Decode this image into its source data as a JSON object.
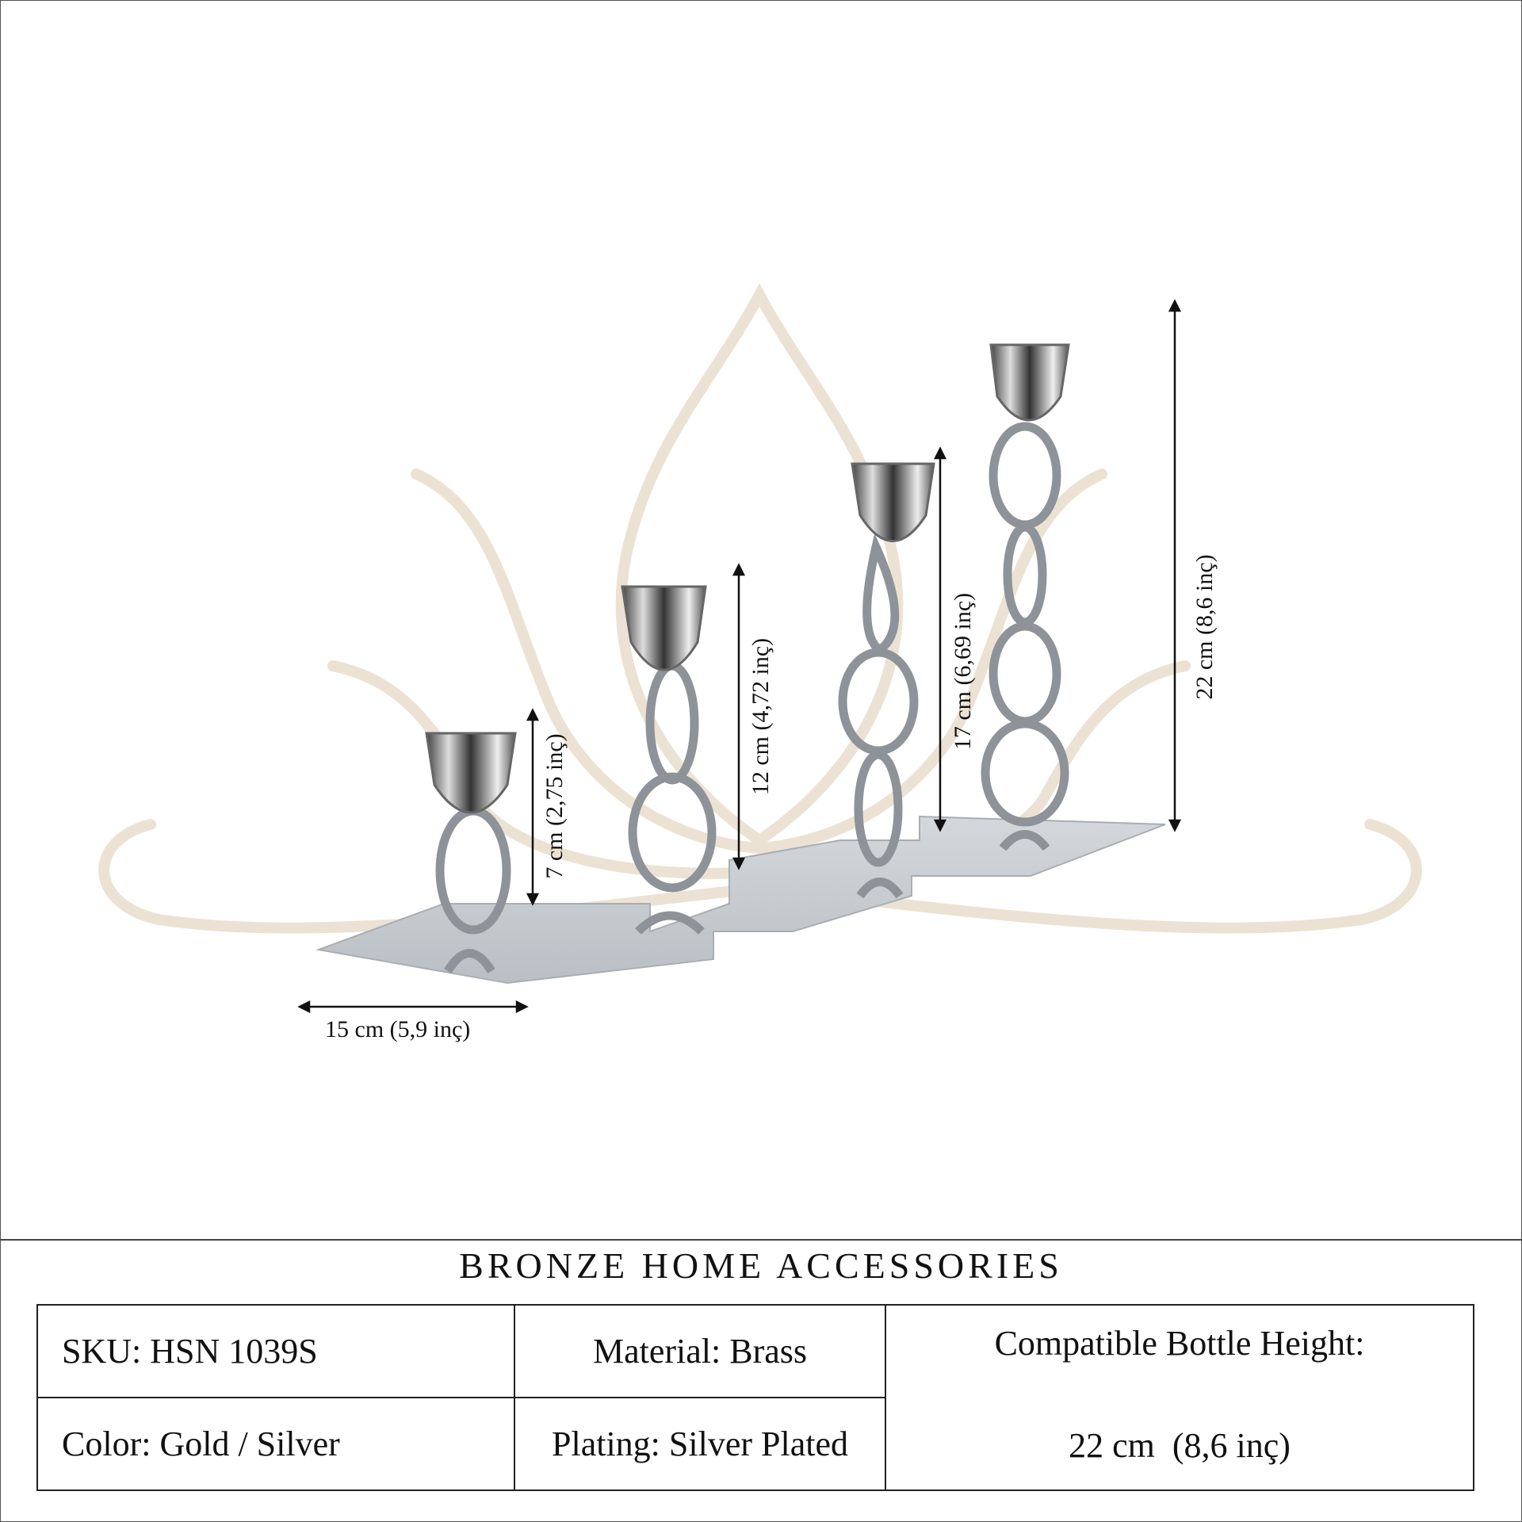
{
  "dimensions": {
    "width": "15 cm (5,9 inç)",
    "h1": "7 cm (2,75 inç)",
    "h2": "12 cm (4,72 inç)",
    "h3": "17 cm (6,69 inç)",
    "h4": "22 cm (8,6 inç)"
  },
  "brand_title": "BRONZE HOME ACCESSORIES",
  "specs": {
    "sku": "SKU: HSN 1039S",
    "material": "Material: Brass",
    "bottle_label": "Compatible Bottle Height:",
    "color": "Color: Gold / Silver",
    "plating": "Plating: Silver Plated",
    "bottle_value": "22 cm  (8,6 inç)"
  },
  "colors": {
    "watermark": "#ece2d3",
    "metal": "#9aa0a6"
  }
}
